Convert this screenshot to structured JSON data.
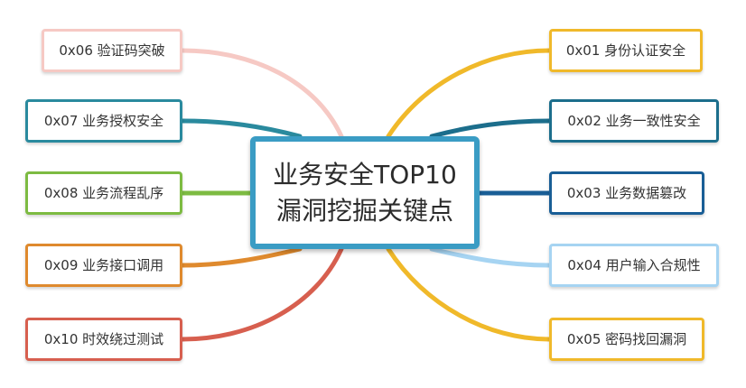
{
  "center": {
    "line1": "业务安全TOP10",
    "line2": "漏洞挖掘关键点",
    "border_color": "#3a9cc4"
  },
  "right_nodes": [
    {
      "label": "0x01 身份认证安全",
      "color": "#f0b92a"
    },
    {
      "label": "0x02 业务一致性安全",
      "color": "#1c6e8c"
    },
    {
      "label": "0x03 业务数据篡改",
      "color": "#195e96"
    },
    {
      "label": "0x04 用户输入合规性",
      "color": "#a6d4f2"
    },
    {
      "label": "0x05 密码找回漏洞",
      "color": "#f0b92a"
    }
  ],
  "left_nodes": [
    {
      "label": "0x06 验证码突破",
      "color": "#f6c9c4"
    },
    {
      "label": "0x07 业务授权安全",
      "color": "#2a8a9e"
    },
    {
      "label": "0x08 业务流程乱序",
      "color": "#7dbb42"
    },
    {
      "label": "0x09 业务接口调用",
      "color": "#df8a2e"
    },
    {
      "label": "0x10 时效绕过测试",
      "color": "#d75f4f"
    }
  ]
}
